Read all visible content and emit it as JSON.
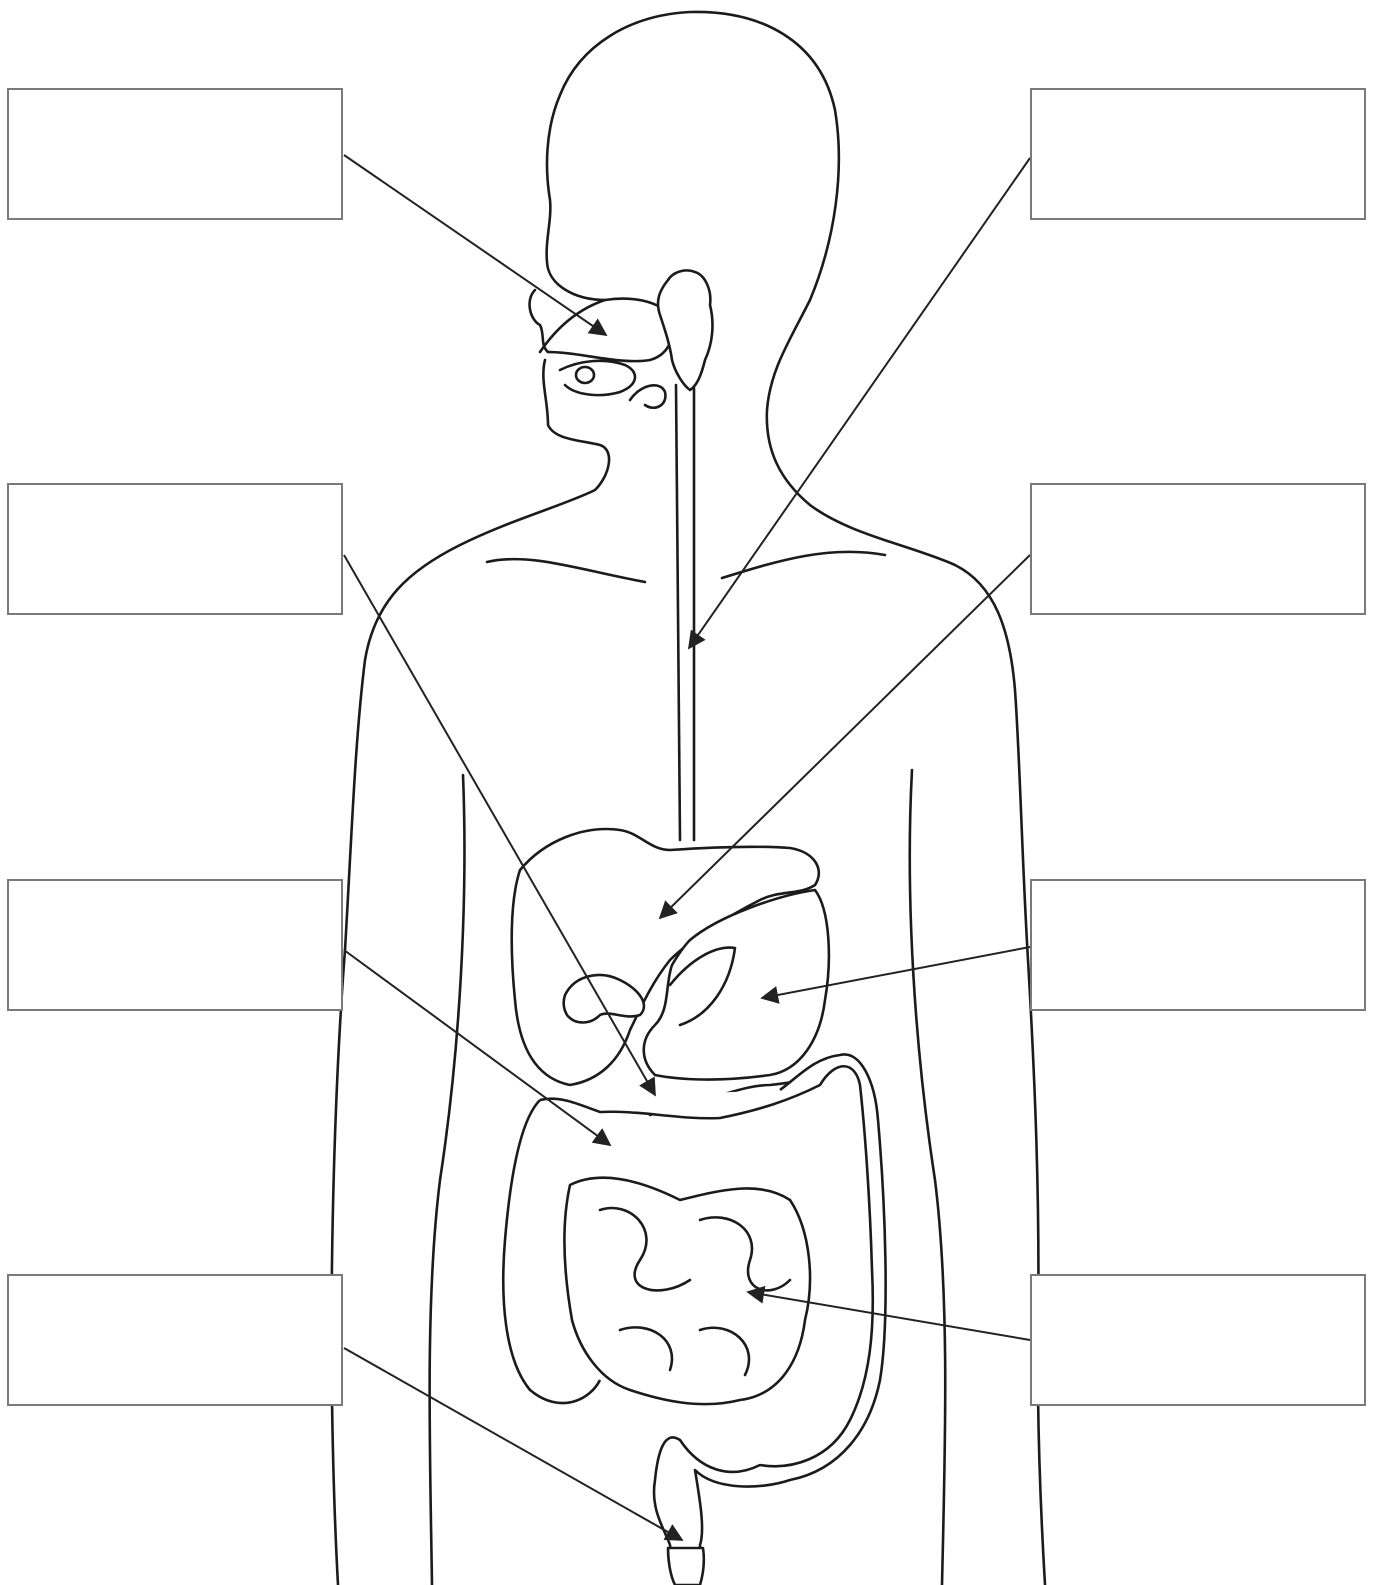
{
  "labels": [
    {
      "id": "box-left-1",
      "text": ""
    },
    {
      "id": "box-left-2",
      "text": ""
    },
    {
      "id": "box-left-3",
      "text": ""
    },
    {
      "id": "box-left-4",
      "text": ""
    },
    {
      "id": "box-right-1",
      "text": ""
    },
    {
      "id": "box-right-2",
      "text": ""
    },
    {
      "id": "box-right-3",
      "text": ""
    },
    {
      "id": "box-right-4",
      "text": ""
    }
  ],
  "colors": {
    "line": "#1b1b1b",
    "box_border": "#7a7a7a",
    "background": "#ffffff"
  }
}
